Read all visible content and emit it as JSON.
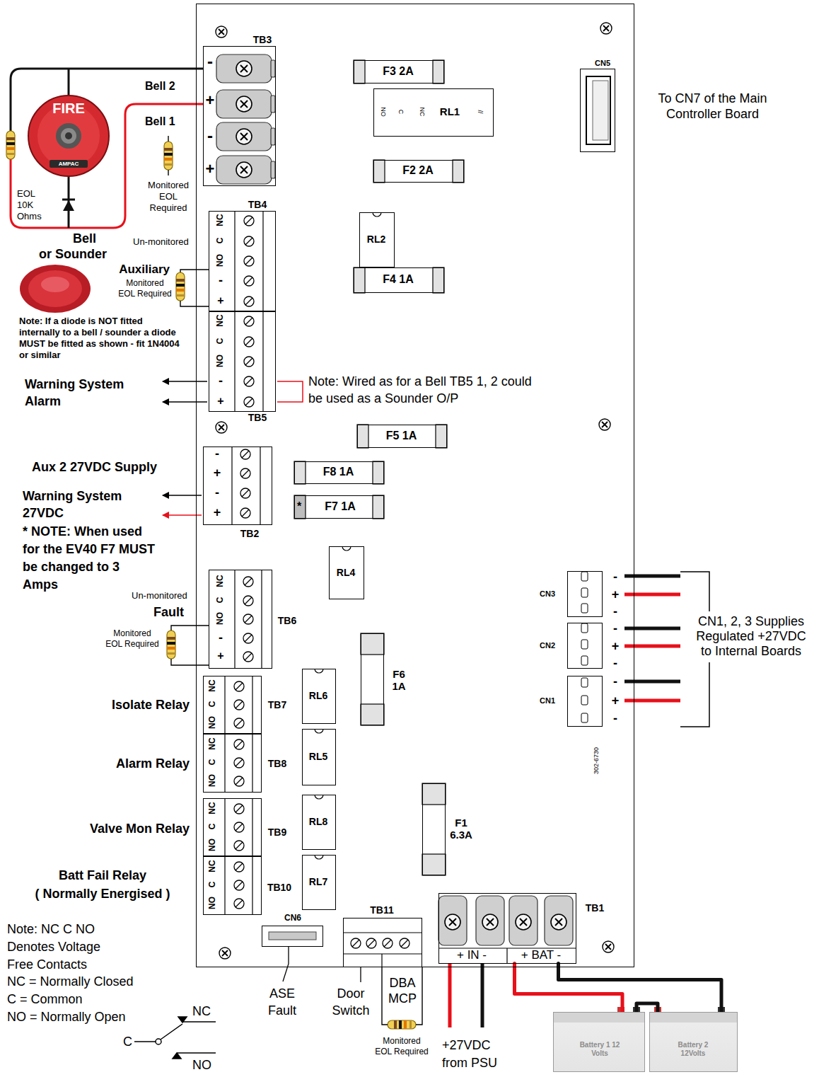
{
  "diagram": {
    "nodes": [
      {
        "text": [
          "302-6730"
        ]
      },
      {
        "text": [
          "TB3",
          "-",
          "+",
          "-",
          "+"
        ],
        "in": 0
      },
      {
        "text": [
          "F3 2A"
        ],
        "in": 0
      },
      {
        "text": [
          "NO",
          "C",
          "NC",
          "RL1",
          "//"
        ],
        "in": 0
      },
      {
        "text": [
          "CN5"
        ],
        "in": 0
      },
      {
        "text": [
          "F2 2A"
        ],
        "in": 0
      },
      {
        "text": [
          "TB4",
          "NC",
          "C",
          "NO",
          "-",
          "+"
        ],
        "in": 0
      },
      {
        "text": [
          "RL2"
        ],
        "in": 0
      },
      {
        "text": [
          "F4 1A"
        ],
        "in": 0
      },
      {
        "text": [
          "NC",
          "C",
          "NO",
          "-",
          "+",
          "TB5"
        ],
        "in": 0
      },
      {
        "text": [
          "F5 1A"
        ],
        "in": 0
      },
      {
        "text": [
          "-",
          "+",
          "-",
          "+",
          "TB2"
        ],
        "in": 0
      },
      {
        "text": [
          "F8 1A"
        ],
        "in": 0
      },
      {
        "text": [
          "*",
          "F7 1A"
        ],
        "in": 0
      },
      {
        "text": [
          "RL4"
        ],
        "in": 0
      },
      {
        "text": [
          "CN3"
        ],
        "in": 0
      },
      {
        "text": [
          "CN2"
        ],
        "in": 0
      },
      {
        "text": [
          "CN1"
        ],
        "in": 0
      },
      {
        "text": [
          "NC",
          "C",
          "NO",
          "-",
          "+",
          "TB6"
        ],
        "in": 0
      },
      {
        "text": [
          "F6 1A"
        ],
        "in": 0
      },
      {
        "text": [
          "NC",
          "C",
          "NO",
          "TB7"
        ],
        "in": 0
      },
      {
        "text": [
          "RL6"
        ],
        "in": 0
      },
      {
        "text": [
          "NC",
          "C",
          "NO",
          "TB8"
        ],
        "in": 0
      },
      {
        "text": [
          "RL5"
        ],
        "in": 0
      },
      {
        "text": [
          "F1 6.3A"
        ],
        "in": 0
      },
      {
        "text": [
          "NC",
          "C",
          "NO",
          "TB9"
        ],
        "in": 0
      },
      {
        "text": [
          "RL8"
        ],
        "in": 0
      },
      {
        "text": [
          "NC",
          "C",
          "NO",
          "TB10"
        ],
        "in": 0
      },
      {
        "text": [
          "RL7"
        ],
        "in": 0
      },
      {
        "text": [
          "CN6"
        ],
        "in": 0
      },
      {
        "text": [
          "TB11"
        ],
        "in": 0
      },
      {
        "text": [
          "TB1",
          "+ IN -",
          "+ BAT -"
        ],
        "in": 0
      },
      {
        "text": [
          "Battery 1 12 Volts"
        ]
      },
      {
        "text": [
          "Battery 2 12Volts"
        ]
      }
    ],
    "edges": [
      {
        "from": 31,
        "to": 32,
        "arrow": "none"
      },
      {
        "from": 31,
        "to": 33,
        "arrow": "none"
      },
      {
        "from": 32,
        "to": 33,
        "arrow": "none"
      }
    ],
    "labels": [
      "To CN7 of the Main Controller Board",
      "Bell 2",
      "Bell 1",
      "Monitored EOL Required",
      "FIRE",
      "AMPAC",
      "EOL 10K Ohms",
      "Bell",
      "or Sounder",
      "Un-monitored",
      "Auxiliary",
      "Monitored EOL Required",
      "Note: If a diode is NOT fitted internally to a bell / sounder a diode MUST be fitted as shown - fit 1N4004 or similar",
      "Warning System Alarm",
      "Note: Wired as for a Bell TB5 1, 2 could be used as a Sounder O/P",
      "Aux 2 27VDC Supply",
      "Warning System 27VDC",
      "* NOTE: When used for the EV40 F7 MUST be changed to 3 Amps",
      "Un-monitored",
      "Fault",
      "Monitored EOL Required",
      "-",
      "+",
      "-",
      "-",
      "+",
      "-",
      "-",
      "+",
      "-",
      "CN1, 2, 3 Supplies Regulated +27VDC to Internal Boards",
      "Isolate Relay",
      "Alarm Relay",
      "Valve Mon Relay",
      "Batt Fail Relay",
      "( Normally Energised )",
      "Note: NC C NO Denotes Voltage Free Contacts",
      "NC = Normally Closed",
      "C = Common",
      "NO = Normally Open",
      "NC",
      "C",
      "NO",
      "ASE Fault",
      "Door Switch",
      "DBA MCP",
      "Monitored EOL Required",
      "+27VDC from PSU"
    ]
  }
}
